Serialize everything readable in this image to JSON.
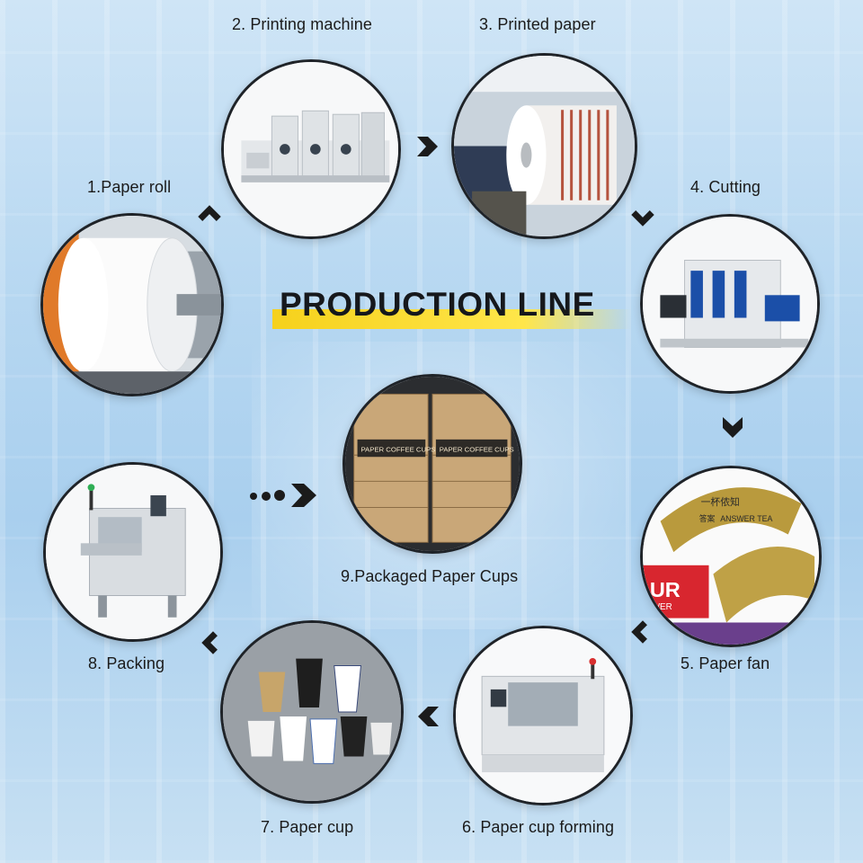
{
  "title": "PRODUCTION LINE",
  "steps": [
    {
      "label": "1.Paper roll",
      "icon": "paper-roll-icon"
    },
    {
      "label": "2.  Printing machine",
      "icon": "printing-machine-icon"
    },
    {
      "label": "3.  Printed paper",
      "icon": "printed-paper-icon"
    },
    {
      "label": "4.  Cutting",
      "icon": "cutting-machine-icon"
    },
    {
      "label": "5.  Paper fan",
      "icon": "paper-fan-icon"
    },
    {
      "label": "6.  Paper cup forming",
      "icon": "cup-forming-machine-icon"
    },
    {
      "label": "7.  Paper cup",
      "icon": "paper-cup-icon"
    },
    {
      "label": "8.  Packing",
      "icon": "packing-machine-icon"
    },
    {
      "label": "9.Packaged Paper Cups",
      "icon": "packaged-cups-icon"
    }
  ],
  "box_text": {
    "print": "PAPER COFFEE CUPS"
  },
  "fan_text": {
    "brand_cn": "一杯侬知",
    "brand_en": "ANSWER TEA",
    "sub_cn": "答案",
    "red_fragment": "UR",
    "red_sub": "WER"
  },
  "colors": {
    "title_highlight": "#f6d11c",
    "circle_border": "#1f2328",
    "background": "#b6d7f1",
    "arrow": "#1b1b1b"
  }
}
